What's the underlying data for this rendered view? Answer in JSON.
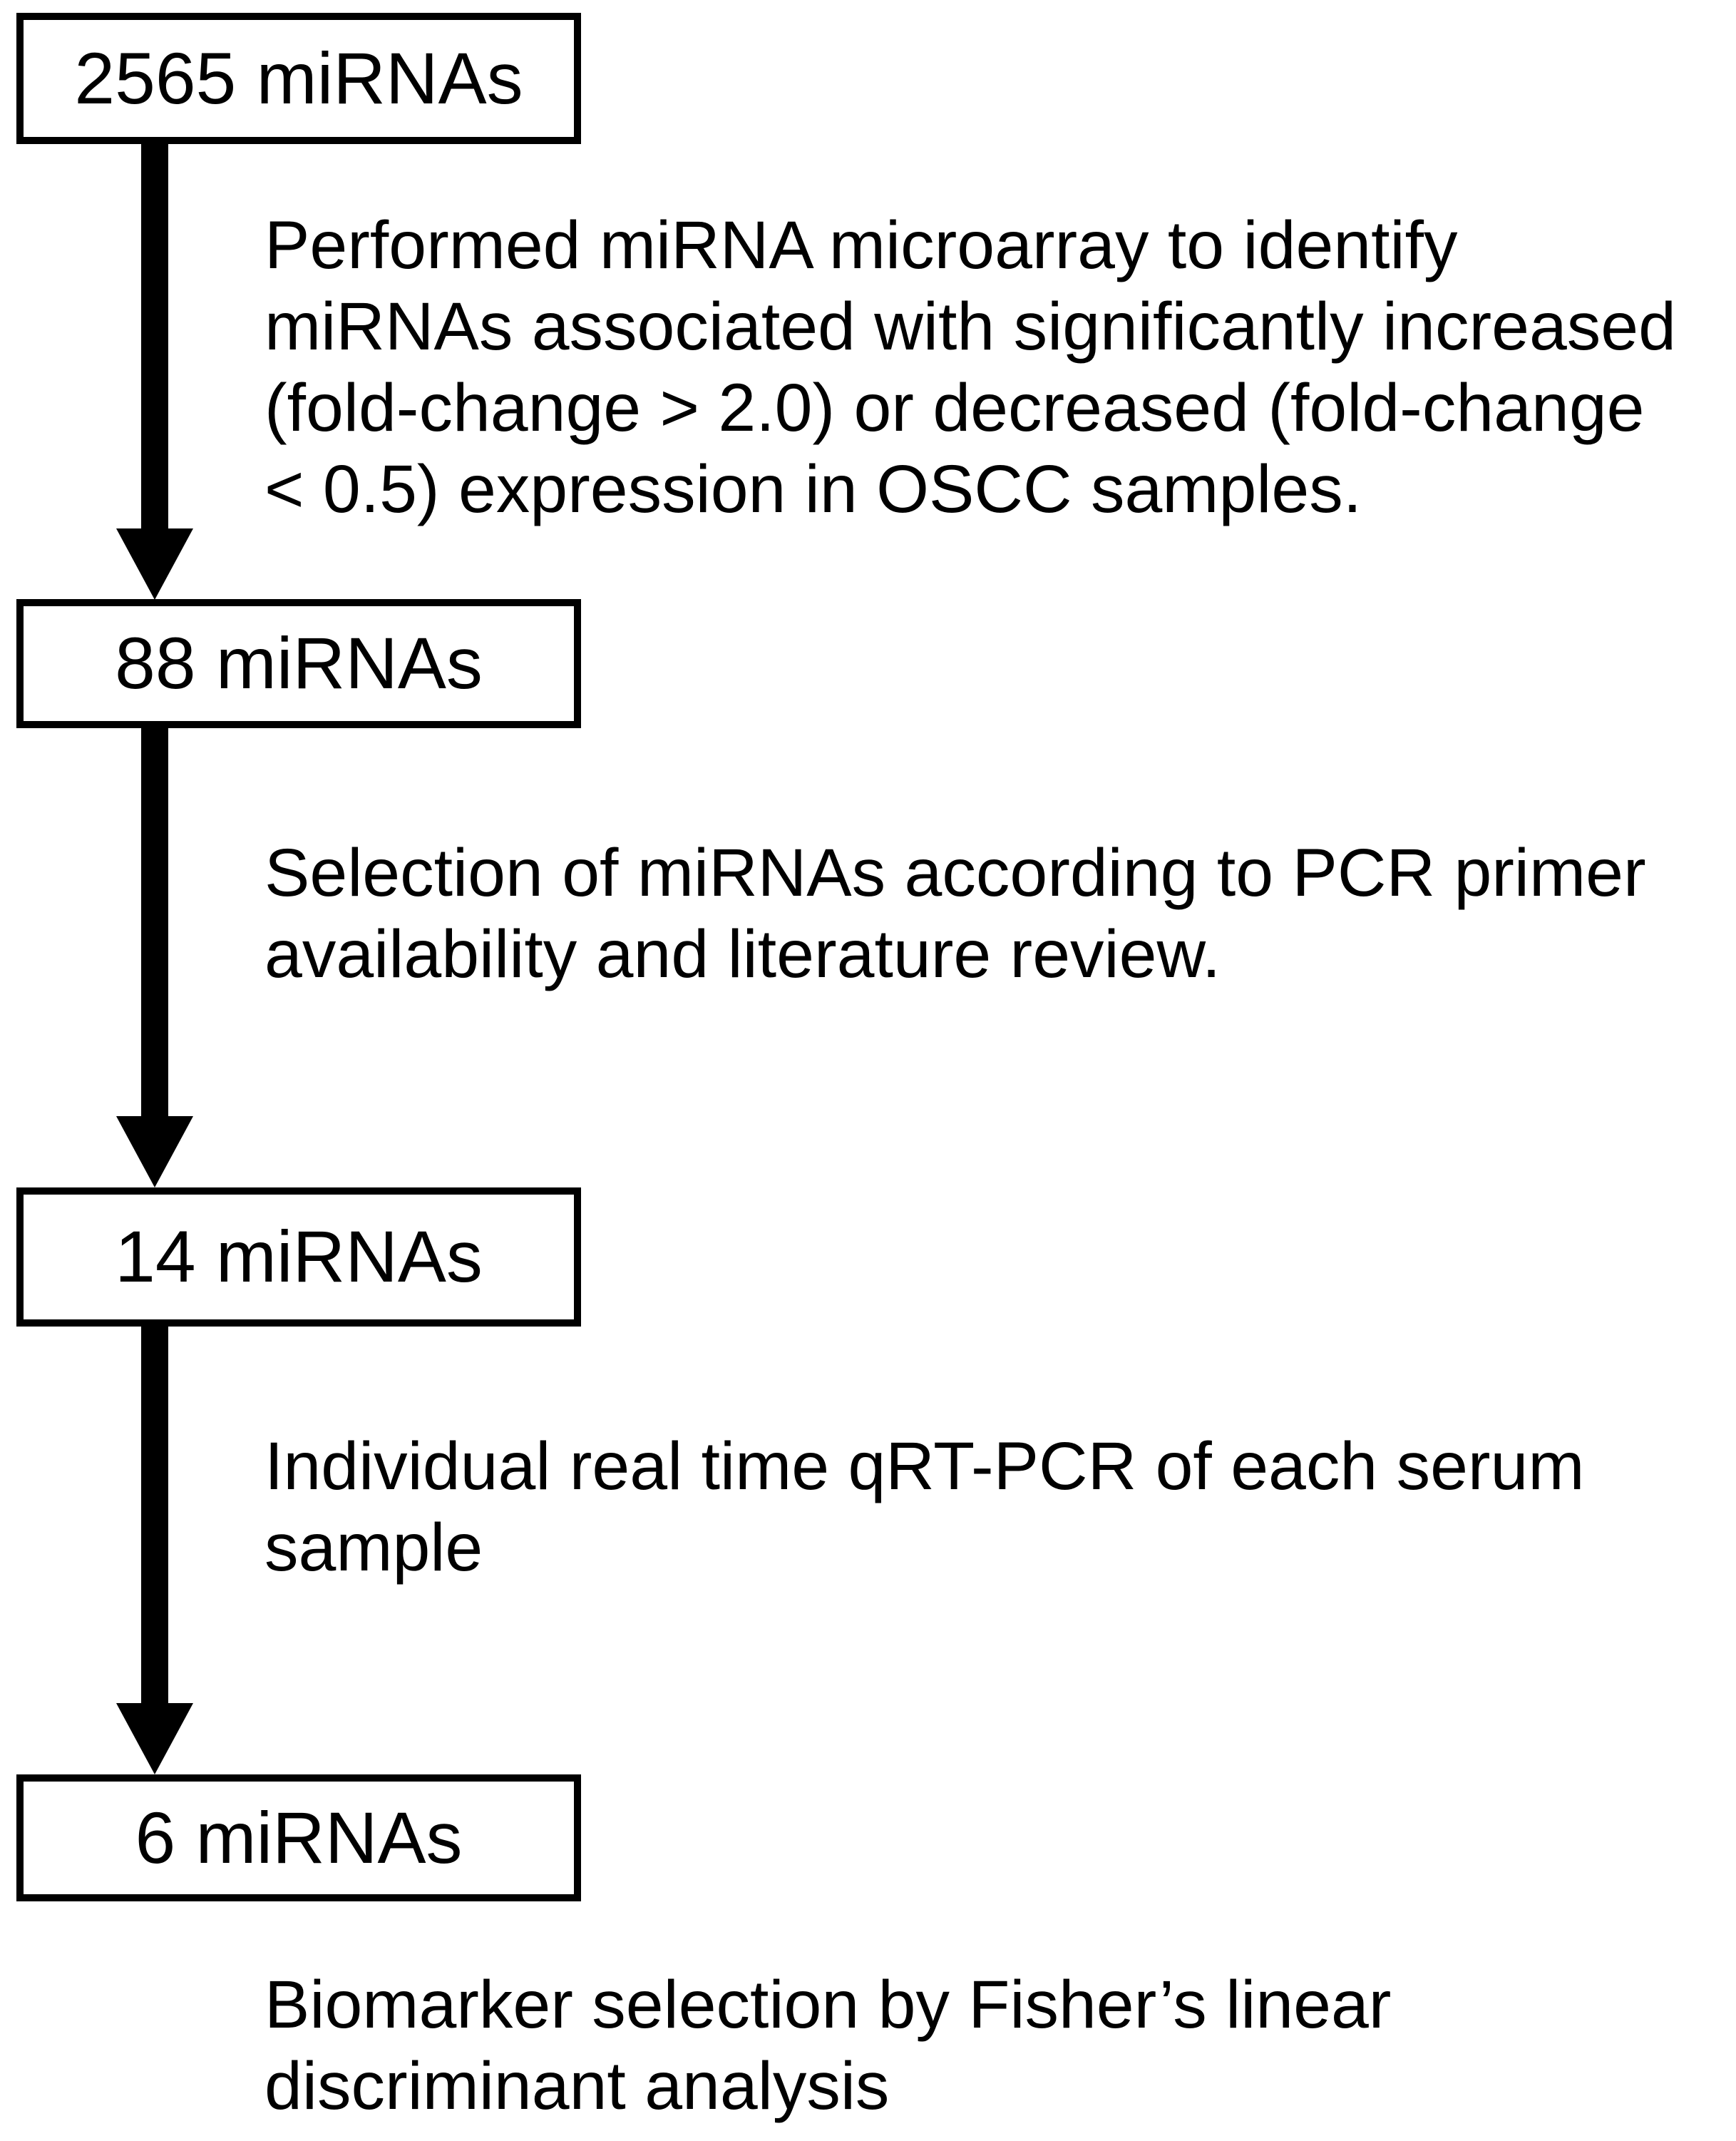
{
  "figure_type": "flowchart",
  "colors": {
    "ink": "#000000",
    "background": "#ffffff"
  },
  "flow": {
    "boxes": [
      {
        "label": "2565 miRNAs"
      },
      {
        "label": "88 miRNAs"
      },
      {
        "label": "14 miRNAs"
      },
      {
        "label": "6 miRNAs"
      }
    ],
    "steps": [
      {
        "lines": [
          "Performed miRNA microarray to identify",
          "miRNAs associated with significantly increased",
          "(fold-change > 2.0) or decreased (fold-change",
          "< 0.5) expression in OSCC samples."
        ]
      },
      {
        "lines": [
          "Selection of miRNAs according to PCR primer",
          "availability and literature review."
        ]
      },
      {
        "lines": [
          "Individual real time qRT-PCR of each serum",
          "sample"
        ]
      },
      {
        "lines": [
          "Biomarker selection by Fisher’s linear",
          "discriminant analysis"
        ]
      }
    ]
  }
}
